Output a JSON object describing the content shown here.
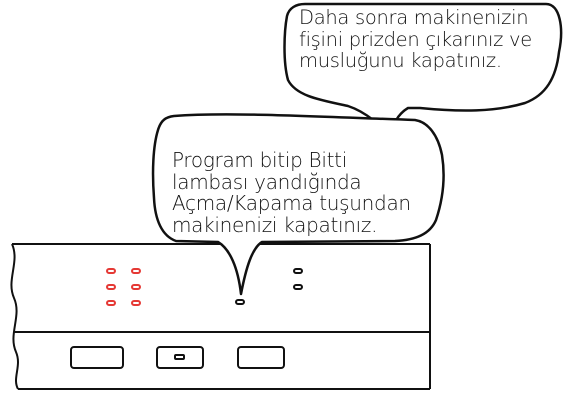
{
  "callout_top": {
    "lines": [
      "Daha sonra makinenizin",
      "fişini prizden çıkarınız ve",
      "musluğunu kapatınız."
    ]
  },
  "callout_bottom": {
    "lines": [
      "Program bitip Bitti",
      "lambası yandığında",
      "Açma/Kapama tuşundan",
      "makinenizi kapatınız."
    ]
  },
  "colors": {
    "outline": "#111111",
    "indicator_led": "#e53935",
    "background": "#ffffff"
  },
  "icons": [
    "on-off-button-icon",
    "program-button-icon",
    "start-button-icon"
  ]
}
